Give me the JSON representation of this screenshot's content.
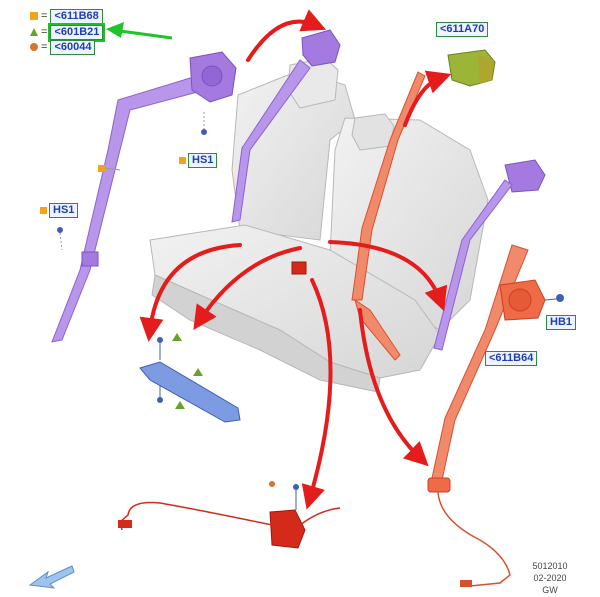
{
  "legend": [
    {
      "symbol": "square-icon",
      "color": "#f3a21b",
      "code": "<611B68"
    },
    {
      "symbol": "triangle-icon",
      "color": "#6aa12b",
      "code": "<601B21"
    },
    {
      "symbol": "circle-icon",
      "color": "#d9742b",
      "code": "<60044"
    }
  ],
  "callouts": {
    "part_611A70": "<611A70",
    "part_611B64": "<611B64",
    "hs1_left": "HS1",
    "hs1_top": "HS1",
    "hb1": "HB1"
  },
  "footer": {
    "number": "5012010",
    "date": "02-2020",
    "initials": "GW"
  },
  "colors": {
    "purple_belt": "#a57ae0",
    "orange_belt": "#ef6a47",
    "red_arrow": "#e51c1c",
    "green_arrow": "#22c32a",
    "seat": "#e6e6e6",
    "bracket": "#5d7fd6",
    "headrest_green": "#9cb536"
  }
}
